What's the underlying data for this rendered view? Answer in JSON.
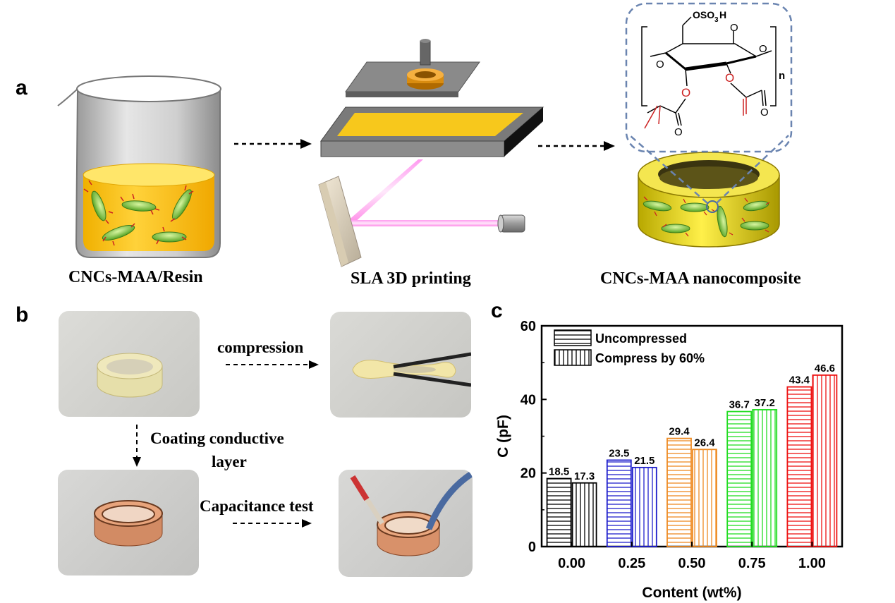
{
  "panels": {
    "a": "a",
    "b": "b",
    "c": "c"
  },
  "panel_a": {
    "step1_caption": "CNCs-MAA/Resin",
    "step2_caption": "SLA 3D printing",
    "step3_caption": "CNCs-MAA nanocomposite",
    "chem": {
      "substituent": "OSO",
      "sub3": "3",
      "h": "H",
      "o": "O",
      "n": "n"
    }
  },
  "panel_b": {
    "compression_label": "compression",
    "coating_label_line1": "Coating conductive",
    "coating_label_line2": "layer",
    "capacitance_label": "Capacitance test"
  },
  "colors": {
    "black": "#000000",
    "blue": "#1f1fcc",
    "orange": "#ee8a22",
    "green": "#22dd22",
    "red": "#ee1111"
  },
  "chart_data": {
    "type": "bar",
    "categories": [
      "0.00",
      "0.25",
      "0.50",
      "0.75",
      "1.00"
    ],
    "series": [
      {
        "name": "Uncompressed",
        "pattern": "horizontal",
        "values": [
          18.5,
          23.5,
          29.4,
          36.7,
          43.4
        ]
      },
      {
        "name": "Compress by 60%",
        "pattern": "vertical",
        "values": [
          17.3,
          21.5,
          26.4,
          37.2,
          46.6
        ]
      }
    ],
    "value_labels": {
      "Uncompressed": [
        "18.5",
        "23.5",
        "29.4",
        "36.7",
        "43.4"
      ],
      "Compress by 60%": [
        "17.3",
        "21.5",
        "26.4",
        "37.2",
        "46.6"
      ]
    },
    "xlabel": "Content (wt%)",
    "ylabel": "C (pF)",
    "ylim": [
      0,
      60
    ],
    "yticks": [
      "0",
      "20",
      "40",
      "60"
    ],
    "legend_placement": "top-left"
  }
}
